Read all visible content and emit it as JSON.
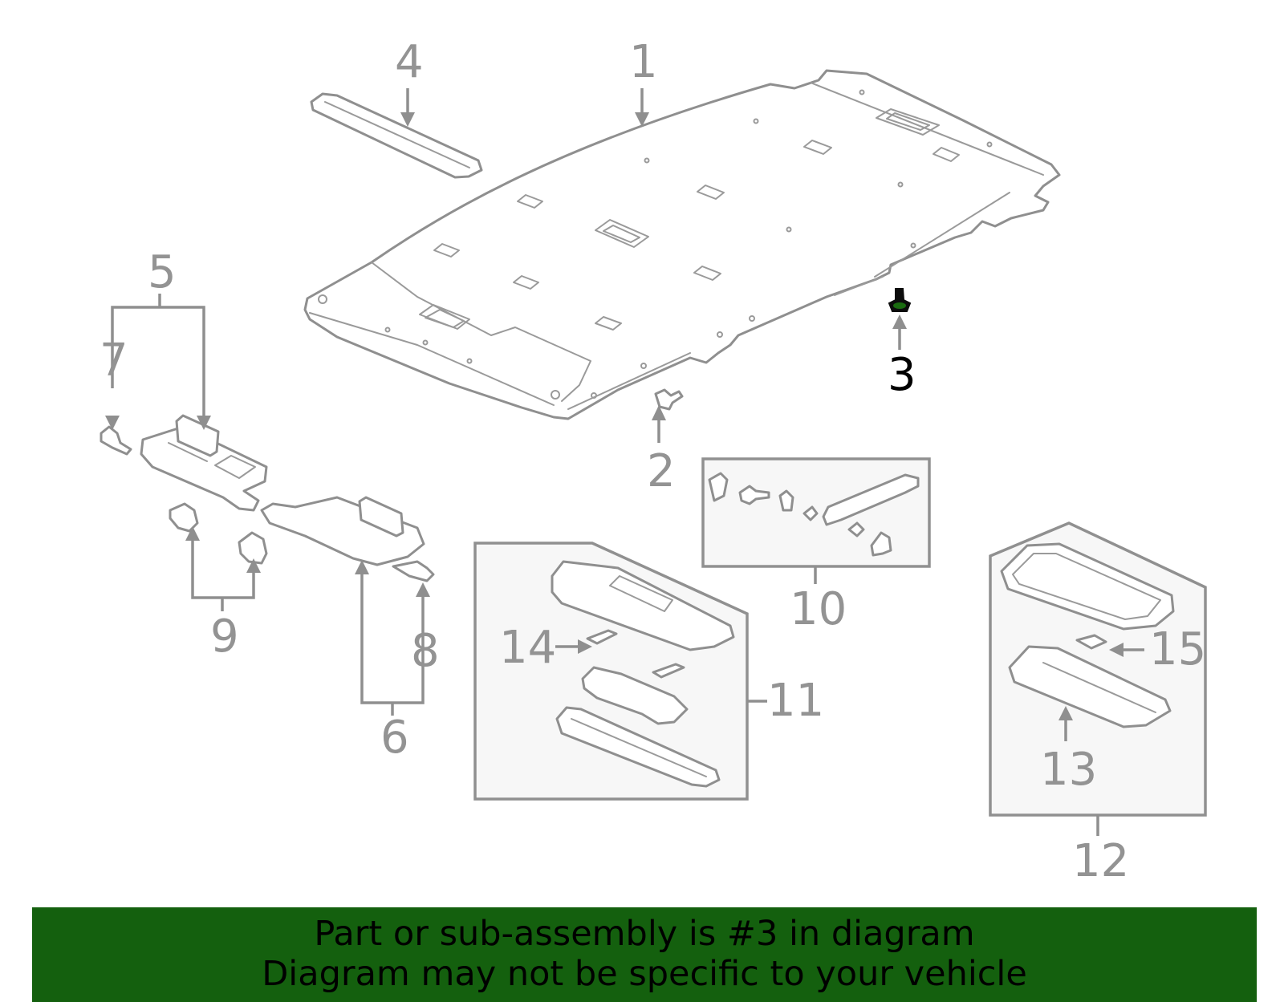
{
  "highlight": {
    "callout": "3",
    "color": "#000000",
    "part_color": "#1a6b10"
  },
  "callouts": [
    "1",
    "2",
    "3",
    "4",
    "5",
    "6",
    "7",
    "8",
    "9",
    "10",
    "11",
    "12",
    "13",
    "14",
    "15"
  ],
  "banner": {
    "background": "#14600e",
    "line1": "Part or sub-assembly is #3 in diagram",
    "line2": "Diagram may not be specific to your vehicle"
  }
}
